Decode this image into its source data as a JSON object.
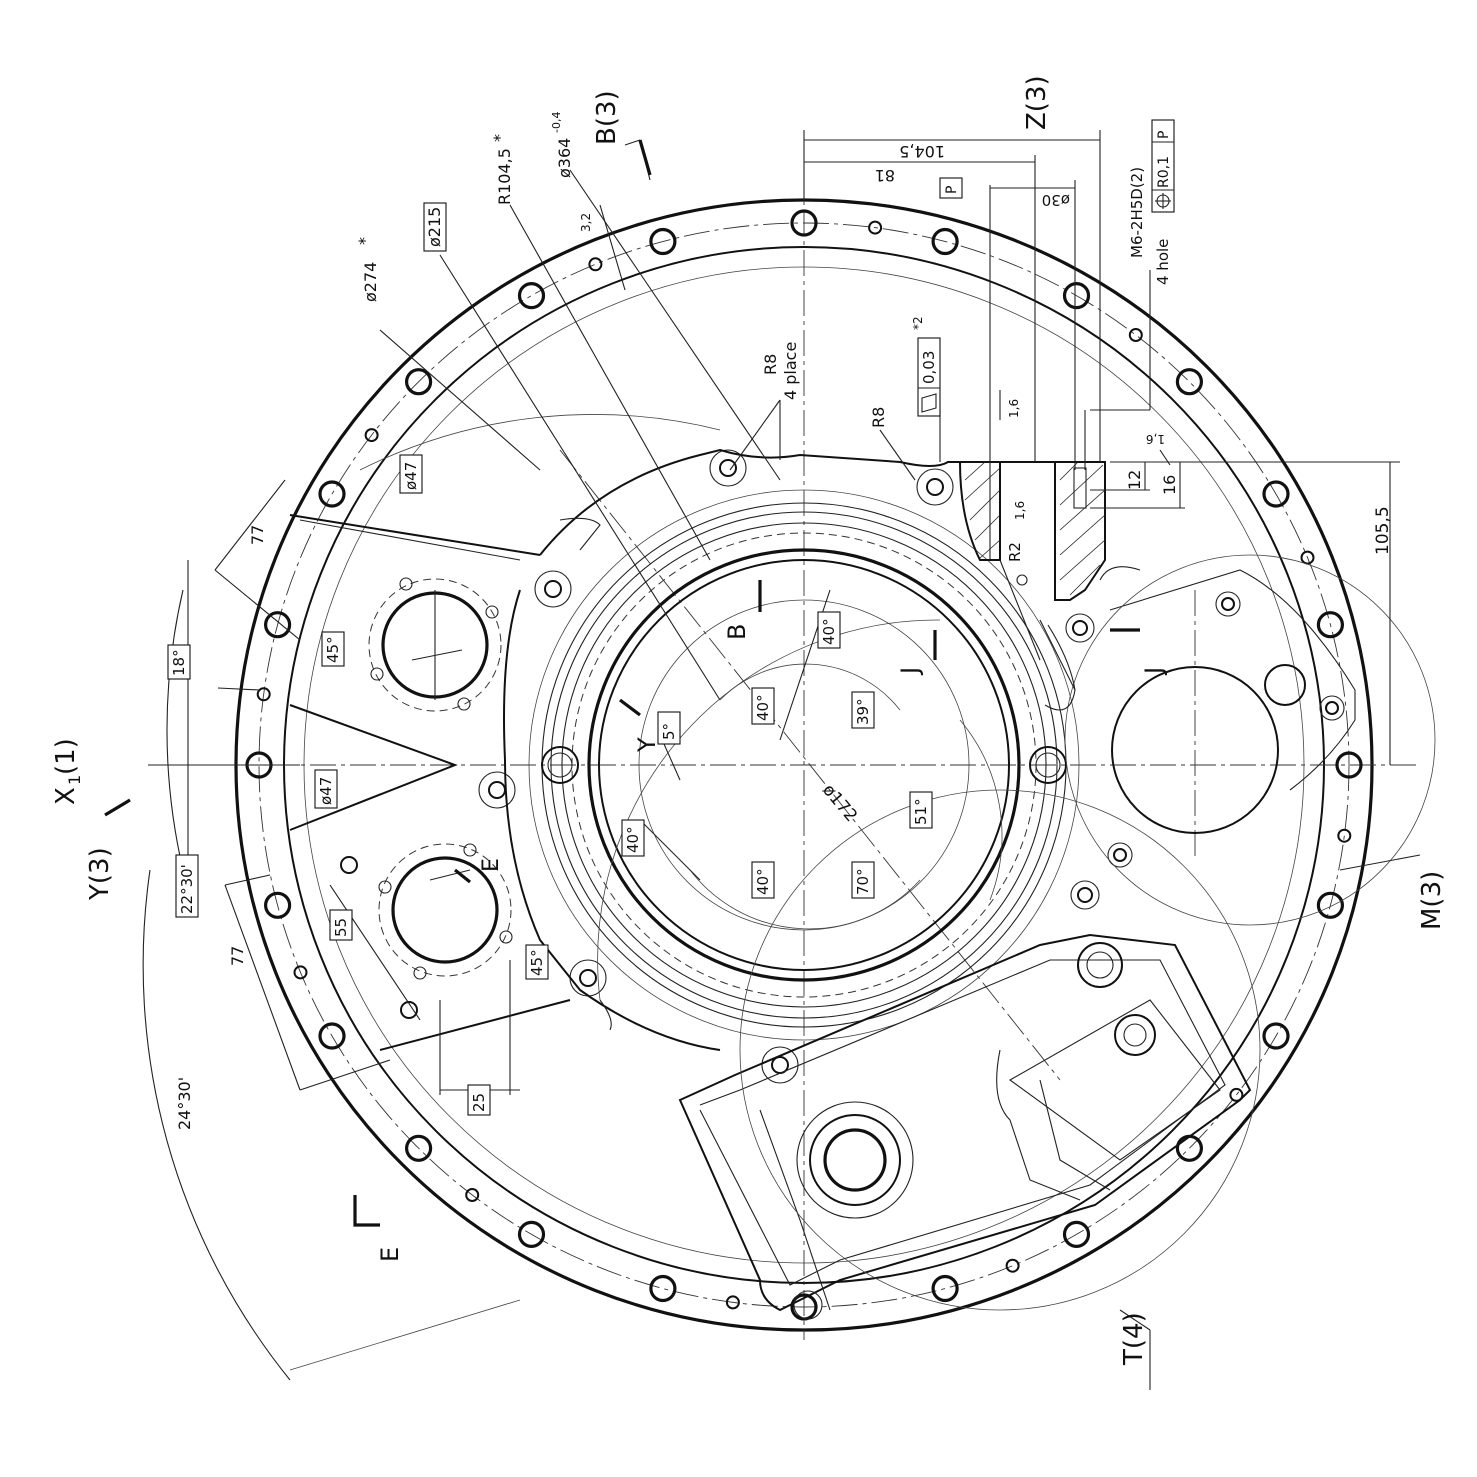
{
  "drawing": {
    "ink": "#111111",
    "paper": "#ffffff"
  },
  "labels": {
    "x1": "X",
    "x1_sub": "1",
    "x1_suffix": "(1)",
    "y3": "Y(3)",
    "b3": "B(3)",
    "z3": "Z(3)",
    "m3": "M(3)",
    "t4": "T(4)",
    "section_e": "E",
    "section_e_top": "E",
    "section_b": "B",
    "section_y": "Y",
    "section_j_left": "J",
    "section_j_right": "J"
  },
  "dimensions": {
    "d274": "ø274",
    "d274_star": "*",
    "d215": "ø215",
    "r104": "R104,5",
    "r104_star": "*",
    "d364": "ø364",
    "d364_tol": "-0,4",
    "rough32": "3,2",
    "dim104_5": "104,5",
    "dim81": "81",
    "d30": "ø30",
    "p_box": "P",
    "thread": "M6-2H5D(2)",
    "hole4": "4  hole",
    "pos_tol": "R0,1",
    "pos_ref": "P",
    "r8_4place_a": "R8",
    "r8_4place_b": "4  place",
    "r8_single": "R8",
    "flatness": "0,03",
    "flatness_note": "*2",
    "rough16_a": "1,6",
    "rough16_b": "1,6",
    "rough16_c": "1,6",
    "dim12": "12",
    "dim16": "16",
    "dim105_5": "105,5",
    "r2": "R2",
    "d47_top": "ø47",
    "d47_bottom": "ø47",
    "dim77_top": "77",
    "dim77_bottom": "77",
    "dim18": "18°",
    "dim45_top": "45°",
    "dim45_bottom": "45°",
    "dim22_30": "22°30'",
    "dim24_30": "24°30'",
    "dim55": "55",
    "dim25": "25",
    "dim5": "5°",
    "dim40_a": "40°",
    "dim40_b": "40°",
    "dim40_c": "40°",
    "dim40_d": "40°",
    "dim39": "39°",
    "dim51": "51°",
    "dim70": "70°",
    "d172": "ø172"
  }
}
